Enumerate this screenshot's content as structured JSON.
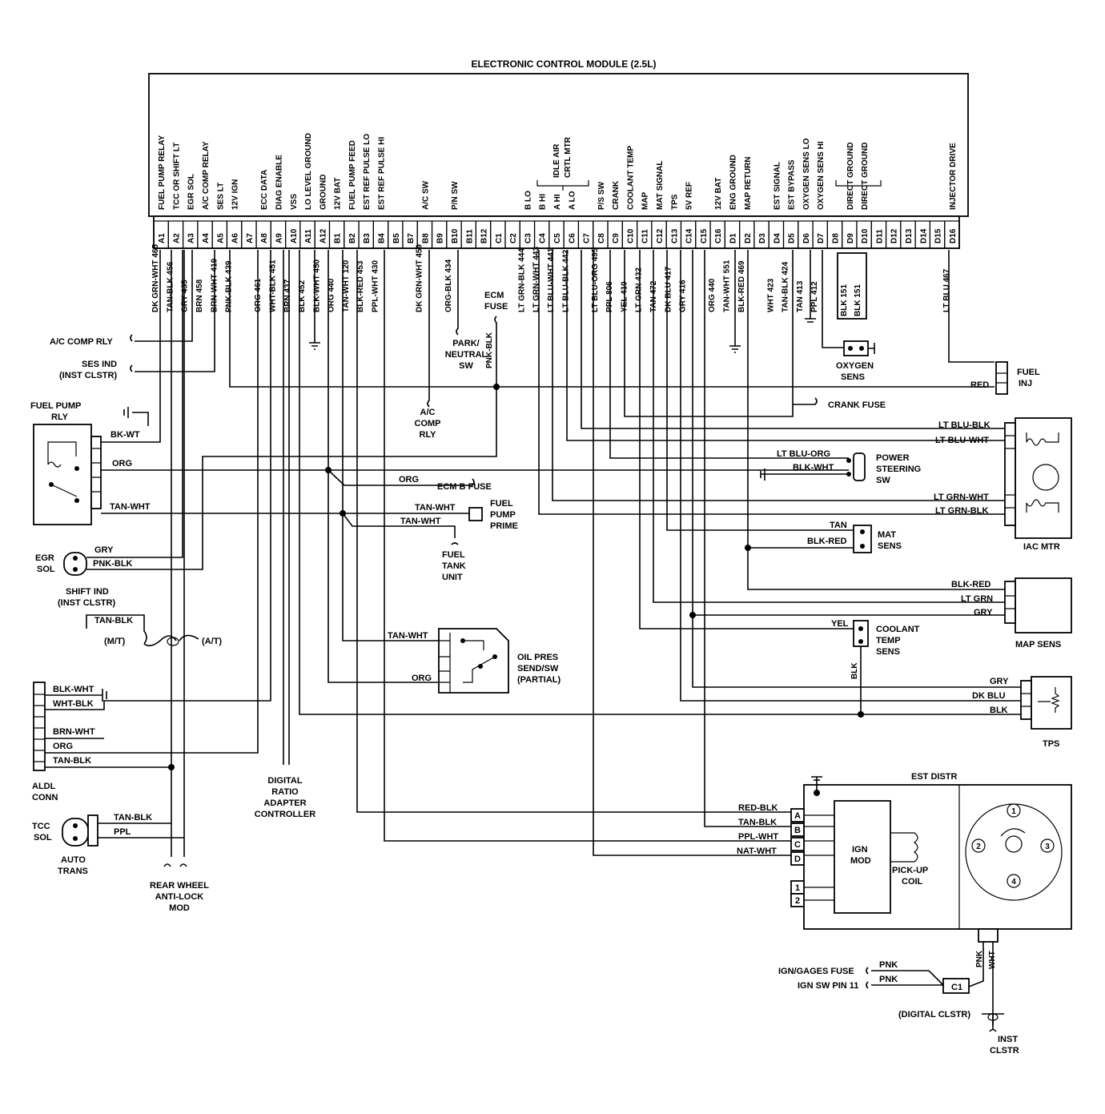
{
  "title": "ELECTRONIC CONTROL MODULE (2.5L)",
  "ecm_pins": [
    {
      "pin": "A1",
      "function": "FUEL PUMP RELAY",
      "wire": "DK GRN-WHT 465"
    },
    {
      "pin": "A2",
      "function": "TCC OR SHIFT LT",
      "wire": "TAN-BLK 456"
    },
    {
      "pin": "A3",
      "function": "EGR SOL",
      "wire": "GRY 435"
    },
    {
      "pin": "A4",
      "function": "A/C COMP RELAY",
      "wire": "BRN 458"
    },
    {
      "pin": "A5",
      "function": "SES LT",
      "wire": "BRN-WHT 419"
    },
    {
      "pin": "A6",
      "function": "12V IGN",
      "wire": "PNK-BLK 439"
    },
    {
      "pin": "A7",
      "function": "",
      "wire": ""
    },
    {
      "pin": "A8",
      "function": "ECC DATA",
      "wire": "ORG 461"
    },
    {
      "pin": "A9",
      "function": "DIAG ENABLE",
      "wire": "WHT-BLK 451"
    },
    {
      "pin": "A10",
      "function": "VSS",
      "wire": "BRN 437"
    },
    {
      "pin": "A11",
      "function": "LO LEVEL GROUND",
      "wire": "BLK 452"
    },
    {
      "pin": "A12",
      "function": "GROUND",
      "wire": "BLK-WHT 450"
    },
    {
      "pin": "B1",
      "function": "12V BAT",
      "wire": "ORG 440"
    },
    {
      "pin": "B2",
      "function": "FUEL PUMP FEED",
      "wire": "TAN-WHT 120"
    },
    {
      "pin": "B3",
      "function": "EST REF PULSE LO",
      "wire": "BLK-RED 453"
    },
    {
      "pin": "B4",
      "function": "EST REF PULSE HI",
      "wire": "PPL-WHT 430"
    },
    {
      "pin": "B5",
      "function": "",
      "wire": ""
    },
    {
      "pin": "B7",
      "function": "",
      "wire": ""
    },
    {
      "pin": "B8",
      "function": "A/C SW",
      "wire": "DK GRN-WHT 459"
    },
    {
      "pin": "B9",
      "function": "",
      "wire": ""
    },
    {
      "pin": "B10",
      "function": "P/N SW",
      "wire": "ORG-BLK 434"
    },
    {
      "pin": "B11",
      "function": "",
      "wire": ""
    },
    {
      "pin": "B12",
      "function": "",
      "wire": ""
    },
    {
      "pin": "C1",
      "function": "",
      "wire": ""
    },
    {
      "pin": "C2",
      "function": "",
      "wire": ""
    },
    {
      "pin": "C3",
      "function": "B LO",
      "wire": "LT GRN-BLK 444"
    },
    {
      "pin": "C4",
      "function": "B HI",
      "wire": "LT GRN-WHT 443"
    },
    {
      "pin": "C5",
      "function": "A HI",
      "wire": "LT BLU-WHT 441"
    },
    {
      "pin": "C6",
      "function": "A LO",
      "wire": "LT BLU-BLK 442"
    },
    {
      "pin": "C7",
      "function": "",
      "wire": ""
    },
    {
      "pin": "C8",
      "function": "P/S SW",
      "wire": "LT BLU-ORG 495"
    },
    {
      "pin": "C9",
      "function": "CRANK",
      "wire": "PPL 806"
    },
    {
      "pin": "C10",
      "function": "COOLANT TEMP",
      "wire": "YEL 410"
    },
    {
      "pin": "C11",
      "function": "MAP",
      "wire": "LT GRN 432"
    },
    {
      "pin": "C12",
      "function": "MAT SIGNAL",
      "wire": "TAN 472"
    },
    {
      "pin": "C13",
      "function": "TPS",
      "wire": "DK BLU 417"
    },
    {
      "pin": "C14",
      "function": "5V REF",
      "wire": "GRY 416"
    },
    {
      "pin": "C15",
      "function": "",
      "wire": ""
    },
    {
      "pin": "C16",
      "function": "12V BAT",
      "wire": "ORG 440"
    },
    {
      "pin": "D1",
      "function": "ENG GROUND",
      "wire": "TAN-WHT 551"
    },
    {
      "pin": "D2",
      "function": "MAP RETURN",
      "wire": "BLK-RED 469"
    },
    {
      "pin": "D3",
      "function": "",
      "wire": ""
    },
    {
      "pin": "D4",
      "function": "EST SIGNAL",
      "wire": "WHT 423"
    },
    {
      "pin": "D5",
      "function": "EST BYPASS",
      "wire": "TAN-BLK 424"
    },
    {
      "pin": "D6",
      "function": "OXYGEN SENS LO",
      "wire": "TAN 413"
    },
    {
      "pin": "D7",
      "function": "OXYGEN SENS HI",
      "wire": "PPL 412"
    },
    {
      "pin": "D8",
      "function": "",
      "wire": ""
    },
    {
      "pin": "D9",
      "function": "DIRECT GROUND",
      "wire": "BLK 151"
    },
    {
      "pin": "D10",
      "function": "DIRECT GROUND",
      "wire": "BLK 151"
    },
    {
      "pin": "D11",
      "function": "",
      "wire": ""
    },
    {
      "pin": "D12",
      "function": "",
      "wire": ""
    },
    {
      "pin": "D13",
      "function": "",
      "wire": ""
    },
    {
      "pin": "D14",
      "function": "",
      "wire": ""
    },
    {
      "pin": "D15",
      "function": "",
      "wire": ""
    },
    {
      "pin": "D16",
      "function": "INJECTOR DRIVE",
      "wire": "LT BLU 467"
    }
  ],
  "idle_air_label": "IDLE AIR CRTL MTR",
  "components": {
    "ac_comp_rly": "A/C COMP RLY",
    "ses_ind": "SES IND",
    "ses_ind_sub": "(INST CLSTR)",
    "fuel_pump_rly_1": "FUEL PUMP",
    "fuel_pump_rly_2": "RLY",
    "egr_sol_1": "EGR",
    "egr_sol_2": "SOL",
    "shift_ind_1": "SHIFT IND",
    "shift_ind_2": "(INST CLSTR)",
    "mt": "(M/T)",
    "at": "(A/T)",
    "aldl_1": "ALDL",
    "aldl_2": "CONN",
    "tcc_sol_1": "TCC",
    "tcc_sol_2": "SOL",
    "auto_trans_1": "AUTO",
    "auto_trans_2": "TRANS",
    "rear_wheel_1": "REAR WHEEL",
    "rear_wheel_2": "ANTI-LOCK",
    "rear_wheel_3": "MOD",
    "digital_ratio_1": "DIGITAL",
    "digital_ratio_2": "RATIO",
    "digital_ratio_3": "ADAPTER",
    "digital_ratio_4": "CONTROLLER",
    "ac_comp_relay_1": "A/C",
    "ac_comp_relay_2": "COMP",
    "ac_comp_relay_3": "RLY",
    "park_neutral_1": "PARK/",
    "park_neutral_2": "NEUTRAL",
    "park_neutral_3": "SW",
    "ecm_fuse_1": "ECM",
    "ecm_fuse_2": "FUSE",
    "ecm_b_fuse": "ECM B FUSE",
    "fuel_pump_prime_1": "FUEL",
    "fuel_pump_prime_2": "PUMP",
    "fuel_pump_prime_3": "PRIME",
    "fuel_tank_1": "FUEL",
    "fuel_tank_2": "TANK",
    "fuel_tank_3": "UNIT",
    "oil_pres_1": "OIL PRES",
    "oil_pres_2": "SEND/SW",
    "oil_pres_3": "(PARTIAL)",
    "oxygen_sens_1": "OXYGEN",
    "oxygen_sens_2": "SENS",
    "fuel_inj_1": "FUEL",
    "fuel_inj_2": "INJ",
    "crank_fuse": "CRANK FUSE",
    "power_steering_1": "POWER",
    "power_steering_2": "STEERING",
    "power_steering_3": "SW",
    "iac_mtr": "IAC MTR",
    "mat_sens_1": "MAT",
    "mat_sens_2": "SENS",
    "map_sens": "MAP SENS",
    "coolant_1": "COOLANT",
    "coolant_2": "TEMP",
    "coolant_3": "SENS",
    "tps": "TPS",
    "est_distr": "EST DISTR",
    "ign_mod_1": "IGN",
    "ign_mod_2": "MOD",
    "pickup_1": "PICK-UP",
    "pickup_2": "COIL",
    "ign_gages_fuse": "IGN/GAGES FUSE",
    "ign_sw_pin": "IGN SW PIN 11",
    "digital_clstr": "(DIGITAL CLSTR)",
    "inst_clstr_1": "INST",
    "inst_clstr_2": "CLSTR",
    "c1": "C1"
  },
  "wire_labels": {
    "bk_wt": "BK-WT",
    "org": "ORG",
    "tan_wht": "TAN-WHT",
    "gry": "GRY",
    "pnk_blk": "PNK-BLK",
    "tan_blk": "TAN-BLK",
    "blk_wht": "BLK-WHT",
    "wht_blk": "WHT-BLK",
    "brn_wht": "BRN-WHT",
    "ppl": "PPL",
    "red": "RED",
    "lt_blu_blk": "LT BLU-BLK",
    "lt_blu_wht": "LT BLU-WHT",
    "lt_blu_org": "LT BLU-ORG",
    "lt_grn_wht": "LT GRN-WHT",
    "lt_grn_blk": "LT GRN-BLK",
    "tan": "TAN",
    "blk_red": "BLK-RED",
    "lt_grn": "LT GRN",
    "yel": "YEL",
    "blk": "BLK",
    "dk_blu": "DK BLU",
    "red_blk": "RED-BLK",
    "ppl_wht": "PPL-WHT",
    "nat_wht": "NAT-WHT",
    "pnk": "PNK",
    "wht": "WHT",
    "pnk_blk_vertical": "PNK-BLK"
  },
  "distr_pins": [
    "A",
    "B",
    "C",
    "D"
  ],
  "distr_aux_pins": [
    "1",
    "2"
  ],
  "cap_numbers": [
    "1",
    "2",
    "3",
    "4"
  ]
}
